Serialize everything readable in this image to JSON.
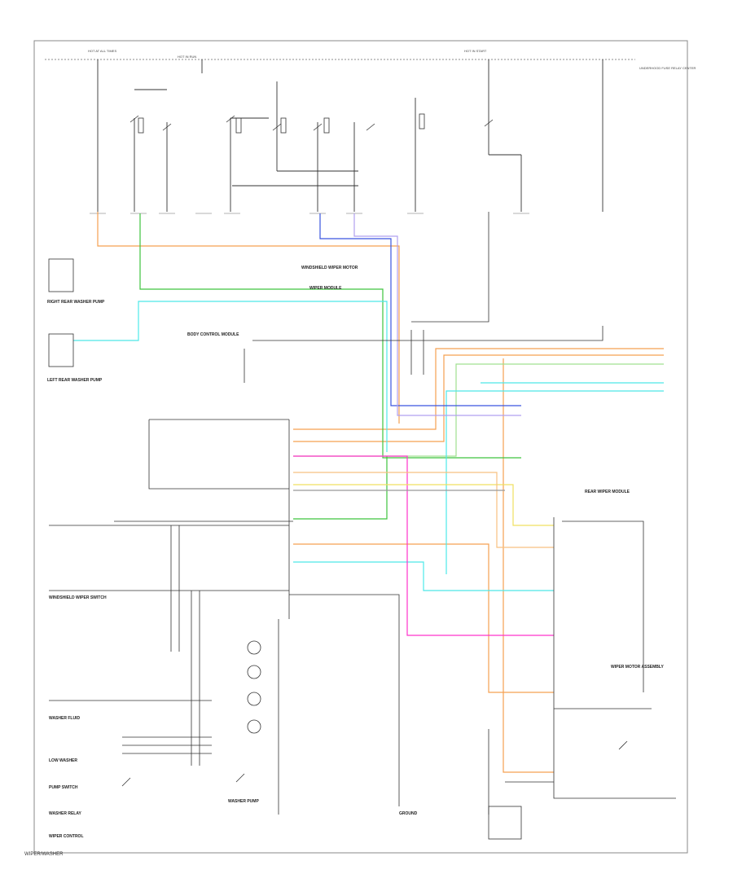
{
  "labels": {
    "top_left_fuse": "HOT AT ALL TIMES",
    "top_mid_fuse": "HOT IN RUN",
    "top_right_fuse": "HOT IN START",
    "right_note": "UNDERHOOD FUSE RELAY CENTER",
    "left_pump": "LEFT REAR WASHER PUMP",
    "right_pump": "RIGHT REAR WASHER PUMP",
    "module": "BODY CONTROL MODULE",
    "wiper_motor": "WINDSHIELD WIPER MOTOR",
    "mid_label": "WIPER MODULE",
    "module_right": "REAR WIPER MODULE",
    "wiper_lower": "WIPER MOTOR ASSEMBLY",
    "left_control": "WINDSHIELD WIPER SWITCH",
    "bottom_left_1": "WASHER FLUID",
    "bottom_left_2": "LOW WASHER",
    "bottom_left_3": "PUMP SWITCH",
    "bottom_left_4": "WASHER RELAY",
    "bottom_left_5": "WIPER CONTROL",
    "bottom_mid": "WASHER PUMP",
    "bottom_right": "GROUND",
    "footer": "WIPER/WASHER"
  },
  "colors": {
    "orange": "#f5a050",
    "green": "#3ec33e",
    "cyan": "#4de8e8",
    "blue": "#3a55e0",
    "violet": "#b0a0f0",
    "pink": "#ff33cc",
    "yellow": "#f0e060",
    "lightgreen": "#a0e090",
    "lightorange": "#f8c080",
    "gray": "#999999"
  }
}
